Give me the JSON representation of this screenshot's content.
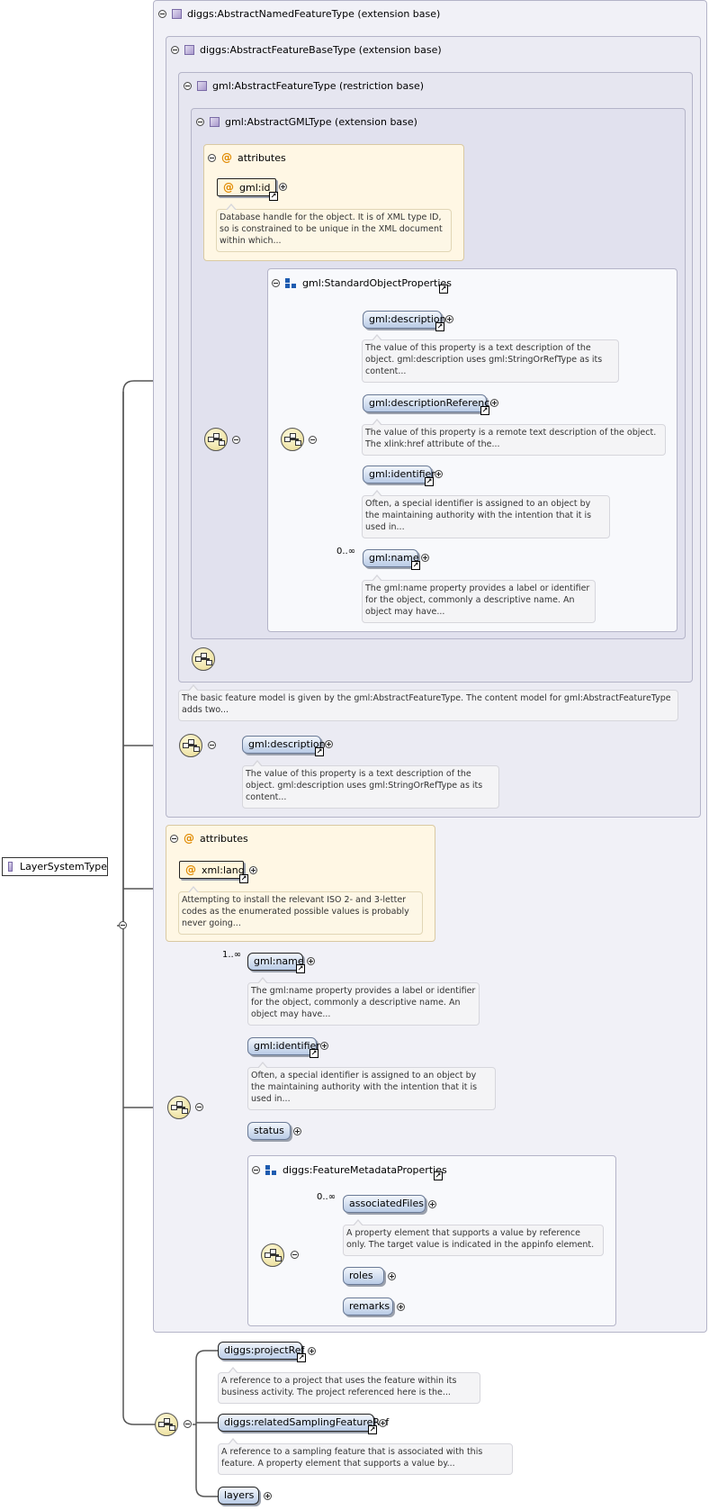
{
  "root": {
    "label": "LayerSystemType"
  },
  "bases": {
    "b1": "diggs:AbstractNamedFeatureType (extension base)",
    "b2": "diggs:AbstractFeatureBaseType (extension base)",
    "b3": "gml:AbstractFeatureType (restriction base)",
    "b4": "gml:AbstractGMLType (extension base)"
  },
  "attributes1": {
    "label": "attributes",
    "gml_id": "gml:id",
    "gml_id_doc": "Database handle for the object. It is of XML type ID, so is constrained to be unique in the XML document within which..."
  },
  "std_props": {
    "label": "gml:StandardObjectProperties",
    "description": "gml:description",
    "description_doc": "The value of this property is a text description of the object. gml:description uses gml:StringOrRefType as its content...",
    "description_ref": "gml:descriptionReference",
    "description_ref_doc": "The value of this property is a remote text description of the object. The xlink:href attribute of the...",
    "identifier": "gml:identifier",
    "identifier_doc": "Often, a special identifier is assigned to an object by the maintaining authority with the intention that it is used in...",
    "name_mult": "0..∞",
    "name": "gml:name",
    "name_doc": "The gml:name property provides a label or identifier for the object, commonly a descriptive name. An object may have..."
  },
  "feature_doc": "The basic feature model is given by the gml:AbstractFeatureType. The content model for gml:AbstractFeatureType adds two...",
  "base_desc": {
    "label": "gml:description",
    "doc": "The value of this property is a text description of the object. gml:description uses gml:StringOrRefType as its content..."
  },
  "attributes2": {
    "label": "attributes",
    "xml_lang": "xml:lang",
    "xml_lang_doc": "Attempting to install the relevant ISO 2- and 3-letter codes as the enumerated possible values is probably never going..."
  },
  "named_seq": {
    "name_mult": "1..∞",
    "name": "gml:name",
    "name_doc": "The gml:name property provides a label or identifier for the object, commonly a descriptive name. An object may have...",
    "identifier": "gml:identifier",
    "identifier_doc": "Often, a special identifier is assigned to an object by the maintaining authority with the intention that it is used in...",
    "status": "status"
  },
  "meta_props": {
    "label": "diggs:FeatureMetadataProperties",
    "files_mult": "0..∞",
    "files": "associatedFiles",
    "files_doc": "A property element that supports a value by reference only. The target value is indicated in the appinfo element.",
    "roles": "roles",
    "remarks": "remarks"
  },
  "final_seq": {
    "project": "diggs:projectRef",
    "project_doc": "A reference to a project that uses the feature within its business activity. The project referenced here is the...",
    "related": "diggs:relatedSamplingFeatureRef",
    "related_doc": "A reference to a sampling feature that is associated with this feature. A property element that supports a value by...",
    "layers": "layers"
  }
}
